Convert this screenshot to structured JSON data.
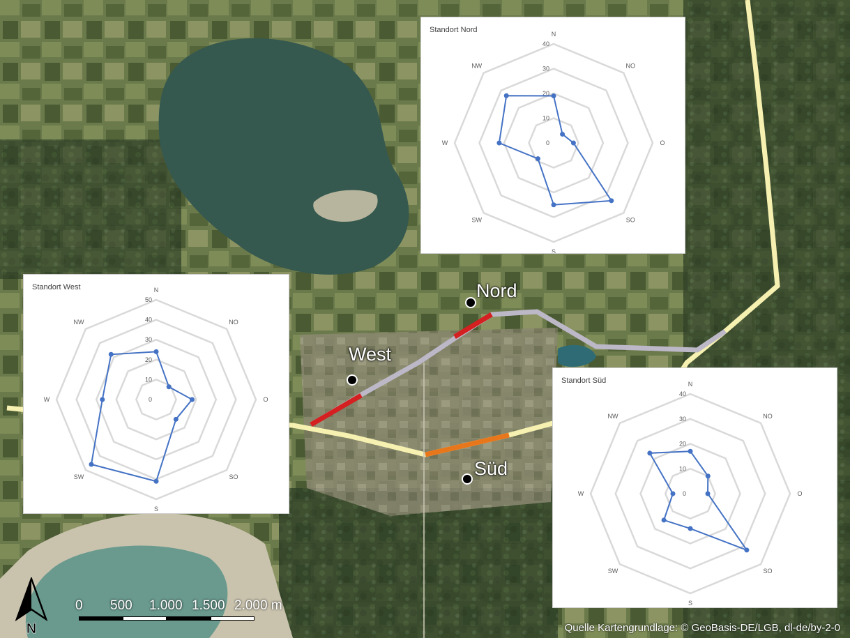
{
  "map": {
    "sites": {
      "nord": {
        "label": "Nord"
      },
      "west": {
        "label": "West"
      },
      "sued": {
        "label": "Süd"
      }
    },
    "attribution": "Quelle Kartengrundlage: © GeoBasis-DE/LGB, dl-de/by-2-0",
    "scale": {
      "labels": [
        "0",
        "500",
        "1.000",
        "1.500",
        "2.000 m"
      ]
    },
    "north_arrow": {
      "label": "N"
    },
    "colors": {
      "line_grey": "#bdb8c7",
      "line_yellow": "#f7f1b1",
      "line_red": "#d42020",
      "line_orange": "#e8761a",
      "radar_series": "#4472c4",
      "radar_grid": "#d9d9d9"
    }
  },
  "chart_data": [
    {
      "type": "radar",
      "id": "nord",
      "title": "Standort Nord",
      "axes": [
        "N",
        "NO",
        "O",
        "SO",
        "S",
        "SW",
        "W",
        "NW"
      ],
      "rlim": [
        0,
        40
      ],
      "ticks": [
        0,
        10,
        20,
        30,
        40
      ],
      "series": [
        {
          "values": [
            19,
            5,
            8,
            33,
            25,
            9,
            22,
            27
          ]
        }
      ]
    },
    {
      "type": "radar",
      "id": "west",
      "title": "Standort West",
      "axes": [
        "N",
        "NO",
        "O",
        "SO",
        "S",
        "SW",
        "W",
        "NW"
      ],
      "rlim": [
        0,
        50
      ],
      "ticks": [
        0,
        10,
        20,
        30,
        40,
        50
      ],
      "series": [
        {
          "values": [
            24,
            9,
            18,
            14,
            41,
            46,
            27,
            32
          ]
        }
      ]
    },
    {
      "type": "radar",
      "id": "sued",
      "title": "Standort Süd",
      "axes": [
        "N",
        "NO",
        "O",
        "SO",
        "S",
        "SW",
        "W",
        "NW"
      ],
      "rlim": [
        0,
        40
      ],
      "ticks": [
        0,
        10,
        20,
        30,
        40
      ],
      "series": [
        {
          "values": [
            17,
            10,
            7,
            32,
            14,
            15,
            7,
            23
          ]
        }
      ]
    }
  ]
}
